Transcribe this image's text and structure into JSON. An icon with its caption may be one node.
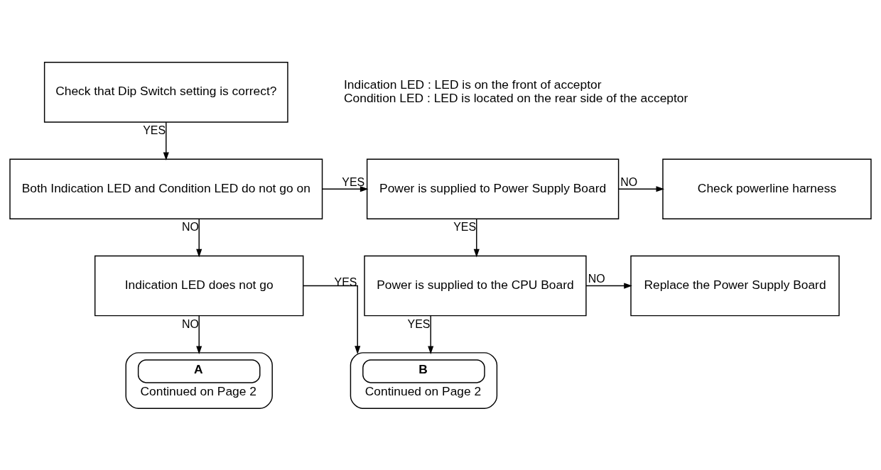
{
  "diagram": {
    "nodes": [
      {
        "text": [
          "Check that Dip Switch setting is correct?"
        ]
      },
      {
        "text": [
          "Both Indication LED and Condition LED do not go on"
        ]
      },
      {
        "text": [
          "Power is supplied to Power Supply Board"
        ]
      },
      {
        "text": [
          "Check powerline harness"
        ]
      },
      {
        "text": [
          "Power is supplied to the CPU Board"
        ]
      },
      {
        "text": [
          "Replace the Power Supply Board"
        ]
      },
      {
        "text": [
          "Indication LED does not go"
        ]
      },
      {
        "text": [
          "A",
          "Continued on Page 2"
        ]
      },
      {
        "text": [
          "B",
          "Continued on Page 2"
        ]
      }
    ],
    "edges": [
      {
        "from": 0,
        "to": 1,
        "arrow": "to",
        "label": "YES"
      },
      {
        "from": 1,
        "to": 2,
        "arrow": "to",
        "label": "YES"
      },
      {
        "from": 2,
        "to": 3,
        "arrow": "to",
        "label": "NO"
      },
      {
        "from": 2,
        "to": 4,
        "arrow": "to",
        "label": "YES"
      },
      {
        "from": 4,
        "to": 5,
        "arrow": "to",
        "label": "NO"
      },
      {
        "from": 1,
        "to": 6,
        "arrow": "to",
        "label": "NO"
      },
      {
        "from": 4,
        "to": 8,
        "arrow": "to",
        "label": "YES"
      },
      {
        "from": 6,
        "to": 8,
        "arrow": "to",
        "label": "YES"
      },
      {
        "from": 6,
        "to": 7,
        "arrow": "to",
        "label": "NO"
      }
    ],
    "labels": [
      "Indication LED : LED is on the front of acceptor",
      "Condition LED : LED is located on the rear side of the acceptor"
    ]
  }
}
